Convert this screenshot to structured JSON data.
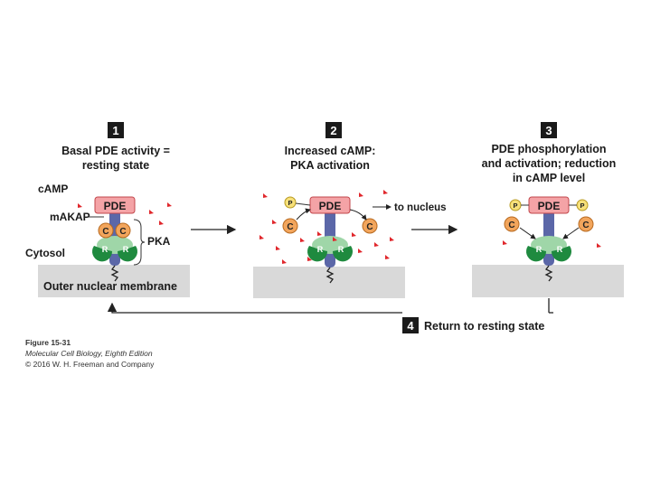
{
  "steps": [
    {
      "number": "1",
      "title_lines": [
        "Basal PDE activity =",
        "resting state"
      ]
    },
    {
      "number": "2",
      "title_lines": [
        "Increased cAMP:",
        "PKA activation"
      ]
    },
    {
      "number": "3",
      "title_lines": [
        "PDE phosphorylation",
        "and activation; reduction",
        "in cAMP level"
      ]
    },
    {
      "number": "4",
      "title": "Return to resting state"
    }
  ],
  "labels": {
    "camp": "cAMP",
    "makap": "mAKAP",
    "pka": "PKA",
    "cytosol": "Cytosol",
    "membrane": "Outer nuclear membrane",
    "to_nucleus": "to nucleus"
  },
  "molecules": {
    "pde": "PDE",
    "catalytic": "C",
    "regulatory": "R",
    "phosphate": "P"
  },
  "caption": {
    "figure": "Figure 15-31",
    "book": "Molecular Cell Biology, Eighth Edition",
    "copyright": "© 2016 W. H. Freeman and Company"
  },
  "colors": {
    "pde_fill": "#f4a3a6",
    "pde_stroke": "#c2464b",
    "makap_fill": "#5b67a8",
    "catalytic_fill": "#f2a55c",
    "regulatory_fill": "#1f8a3f",
    "regulatory_light": "#9fd6a8",
    "phosphate_fill": "#f7e07a",
    "membrane_fill": "#d9d9d9",
    "camp_color": "#e0262b",
    "step_badge": "#1a1a1a"
  }
}
